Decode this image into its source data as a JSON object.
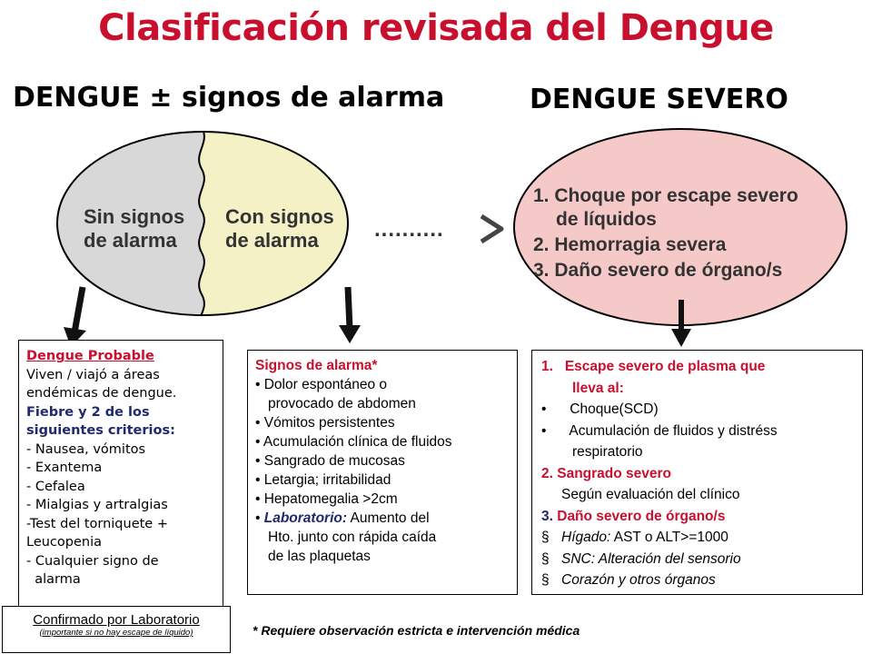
{
  "title": "Clasificación revisada del Dengue",
  "header_left": "DENGUE ± signos de alarma",
  "header_right": "DENGUE SEVERO",
  "ellipse_left": {
    "left_lines": [
      "Sin signos",
      "de alarma"
    ],
    "right_lines": [
      "Con signos",
      "de alarma"
    ],
    "fill_left": "#d8d8d8",
    "fill_right": "#f4f1c6"
  },
  "ellipse_right": {
    "lines": [
      "1. Choque por escape severo",
      "de líquidos",
      "2. Hemorragia severa",
      "3. Daño severo de órgano/s"
    ],
    "fill": "#f6c9c9"
  },
  "dots": "..........",
  "box_probable": {
    "heading": "Dengue Probable",
    "intro": [
      "Viven / viajó a áreas",
      "endémicas de dengue."
    ],
    "criteria_heading": [
      "Fiebre y 2 de los",
      "siguientes criterios:"
    ],
    "items": [
      "- Nausea, vómitos",
      "- Exantema",
      "- Cefalea",
      "- Mialgias y artralgias",
      "-Test del torniquete +",
      "Leucopenia",
      "- Cualquier signo de",
      "  alarma"
    ]
  },
  "box_alarm": {
    "heading": "Signos de alarma*",
    "items": [
      "• Dolor espontáneo o",
      "provocado de abdomen",
      "• Vómitos persistentes",
      "• Acumulación clínica de fluidos",
      "• Sangrado de mucosas",
      "• Letargia; irritabilidad",
      "• Hepatomegalia >2cm"
    ],
    "lab_bullet": "•",
    "lab_label": "Laboratorio:",
    "lab_text": " Aumento del",
    "lab_lines": [
      "Hto. junto con rápida caída",
      "de las plaquetas"
    ]
  },
  "box_severe": {
    "item1": [
      "1.   Escape severo de plasma que",
      "lleva al:"
    ],
    "item1_subs": [
      "•      Choque(SCD)",
      "•      Acumulación de fluidos y distréss",
      "respiratorio"
    ],
    "item2": "2. Sangrado severo",
    "item2_sub": "Según evaluación del clínico",
    "item3_num": "3.",
    "item3_text": " Daño severo de órgano/s",
    "item3_subs": [
      {
        "bullet": "§",
        "label": "Hígado:",
        "text": " AST o ALT>=1000"
      },
      {
        "bullet": "§",
        "label": "",
        "text": "SNC: Alteración del sensorio"
      },
      {
        "bullet": "§",
        "label": "",
        "text": "Corazón y otros órganos"
      }
    ]
  },
  "box_confirmed": {
    "label": "Confirmado por Laboratorio",
    "note": "(importante si no hay escape de líquido)"
  },
  "footnote": "* Requiere observación estricta e intervención médica"
}
